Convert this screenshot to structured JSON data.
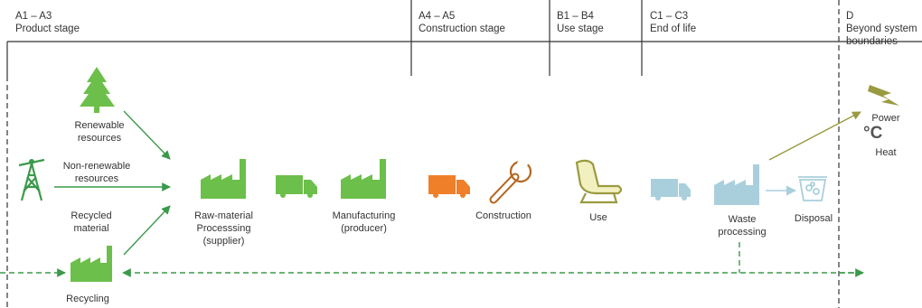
{
  "stages": [
    {
      "code": "A1 – A3",
      "name": "Product stage"
    },
    {
      "code": "A4 – A5",
      "name": "Construction stage"
    },
    {
      "code": "B1 – B4",
      "name": "Use stage"
    },
    {
      "code": "C1 – C3",
      "name": "End of life"
    },
    {
      "code": "D",
      "name": "Beyond system boundaries"
    }
  ],
  "labels": {
    "renewable": "Renewable resources",
    "non_renewable": "Non-renewable resources",
    "recycled": "Recycled material",
    "recycling": "Recycling",
    "raw_material": "Raw-material Processsing (supplier)",
    "manufacturing": "Manufacturing (producer)",
    "construction": "Construction",
    "use": "Use",
    "waste": "Waste processing",
    "disposal": "Disposal",
    "power": "Power",
    "heat_symbol": "°C",
    "heat": "Heat"
  },
  "colors": {
    "green": "#6cbf4a",
    "dark_green": "#3a9a4a",
    "orange": "#f07f2a",
    "brown": "#b5651d",
    "olive": "#9a9a40",
    "light_blue": "#a9cfdc",
    "line": "#333333"
  }
}
